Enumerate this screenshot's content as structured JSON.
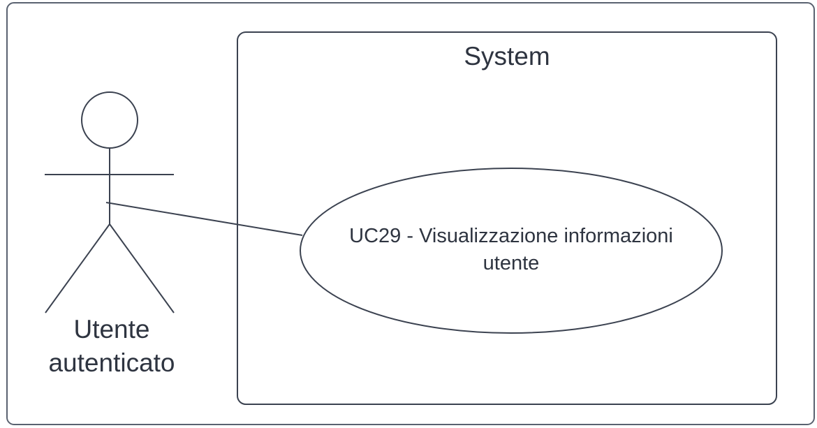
{
  "diagram": {
    "system": {
      "title": "System"
    },
    "actor": {
      "name_line1": "Utente",
      "name_line2": "autenticato"
    },
    "use_case": {
      "label_line1": "UC29 - Visualizzazione informazioni",
      "label_line2": "utente"
    },
    "colors": {
      "stroke": "#3b4250",
      "text": "#2e3440",
      "background": "#ffffff"
    }
  }
}
